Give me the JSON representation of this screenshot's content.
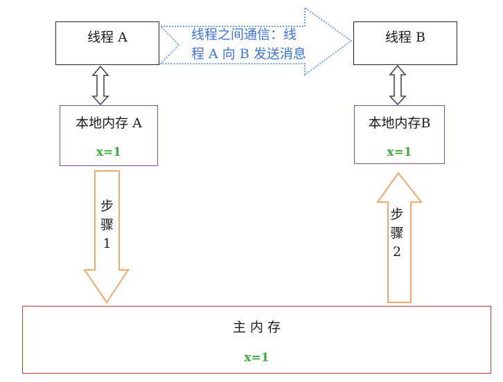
{
  "thread_a": {
    "label": "线程 A"
  },
  "thread_b": {
    "label": "线程 B"
  },
  "local_memory_a": {
    "label": "本地内存 A",
    "value": "x=1"
  },
  "local_memory_b": {
    "label": "本地内存B",
    "value": "x=1"
  },
  "main_memory": {
    "label": "主 内 存",
    "value": "x=1"
  },
  "message": {
    "line1": "线程之间通信：线",
    "line2": "程 A 向 B 发送消息"
  },
  "step1": {
    "text": "步\n骤\n1"
  },
  "step2": {
    "text": "步\n骤\n2"
  },
  "colors": {
    "thread_border": "#222222",
    "local_memory_border": "#7b4fa3",
    "main_memory_border": "#c23b3b",
    "step_arrow": "#f0a868",
    "message_arrow": "#6f9fe6",
    "value_text": "#3cab3c",
    "connector": "#444444"
  },
  "icons": {
    "message_arrow": "dotted-right-arrow-icon",
    "step1_arrow": "hollow-down-arrow-icon",
    "step2_arrow": "hollow-up-arrow-icon",
    "connector": "double-headed-arrow-icon"
  }
}
